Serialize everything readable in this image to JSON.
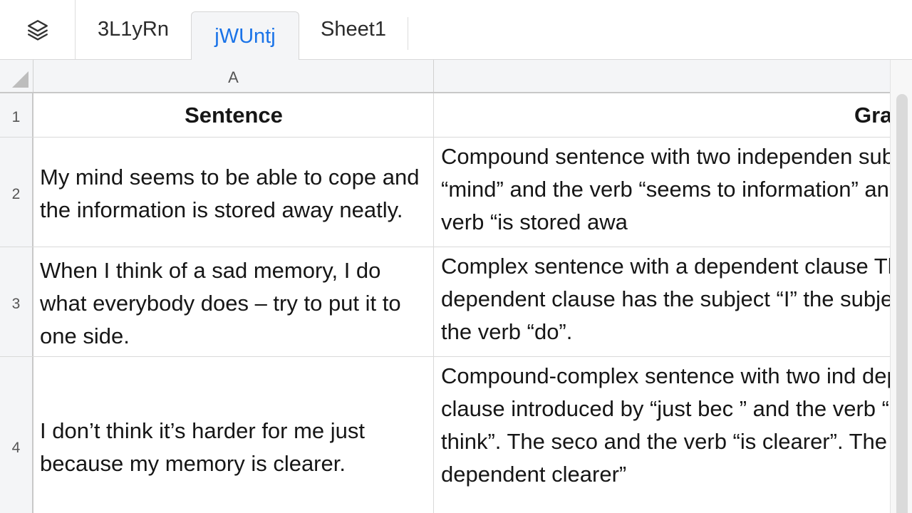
{
  "tabs": {
    "items": [
      {
        "label": "3L1yRn",
        "active": false
      },
      {
        "label": "jWUntj",
        "active": true
      },
      {
        "label": "Sheet1",
        "active": false
      }
    ],
    "icon": "layers-icon",
    "accent_color": "#1a73e8"
  },
  "columns": {
    "a": "A"
  },
  "rows": [
    {
      "num": "1",
      "a": "Sentence",
      "b": "Gra"
    },
    {
      "num": "2",
      "a": "My mind seems to be able to cope and the information is stored away neatly.",
      "b": "Compound sentence with two independen subject “mind” and the verb “seems to information” and the verb “is stored awa"
    },
    {
      "num": "3",
      "a": "When I think of a sad memory, I do what everybody does – try to put it to one side.",
      "b": "Complex sentence with a dependent clause The dependent clause has the subject “I” the subject “I” and the verb “do”."
    },
    {
      "num": "4",
      "a": "I don’t think it’s harder for me just because my memory is clearer.",
      "b": "Compound-complex sentence with two ind dependent clause introduced by “just bec ” and the verb “don’t think”. The seco and the verb “is clearer”. The dependent clearer”"
    }
  ]
}
